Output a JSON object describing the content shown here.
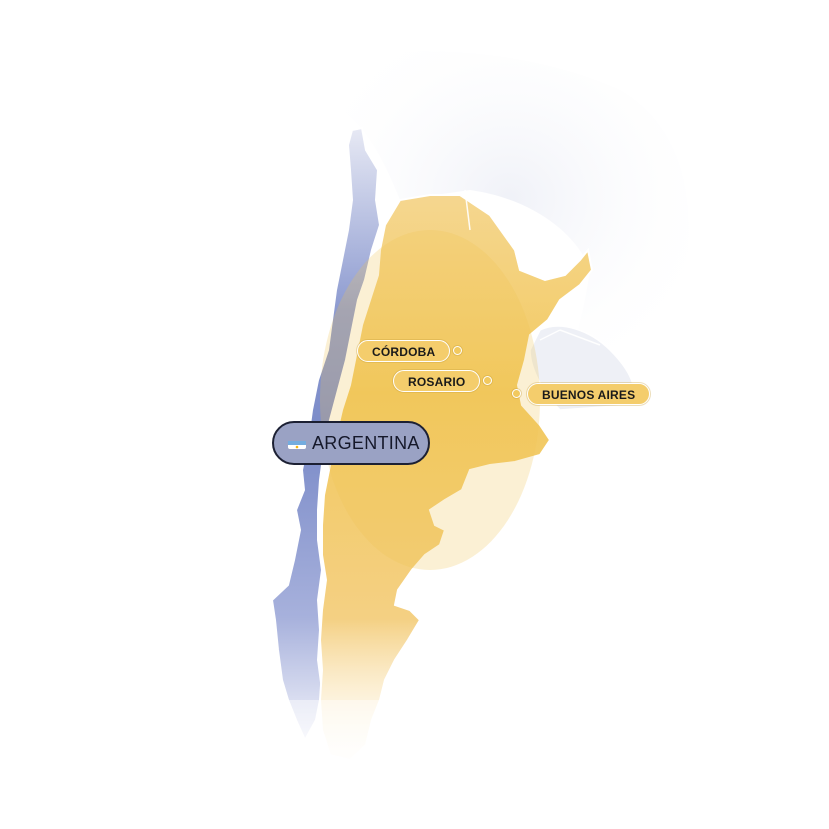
{
  "country": {
    "name": "ARGENTINA",
    "flag_icon": "argentina-flag-icon",
    "badge_color": "#9aa2c4",
    "fill_color": "#f2c95e"
  },
  "neighbor": {
    "fill_color": "#7b8bc8"
  },
  "cities": [
    {
      "id": "cordoba",
      "label": "CÓRDOBA"
    },
    {
      "id": "rosario",
      "label": "ROSARIO"
    },
    {
      "id": "buenos-aires",
      "label": "BUENOS AIRES"
    }
  ]
}
